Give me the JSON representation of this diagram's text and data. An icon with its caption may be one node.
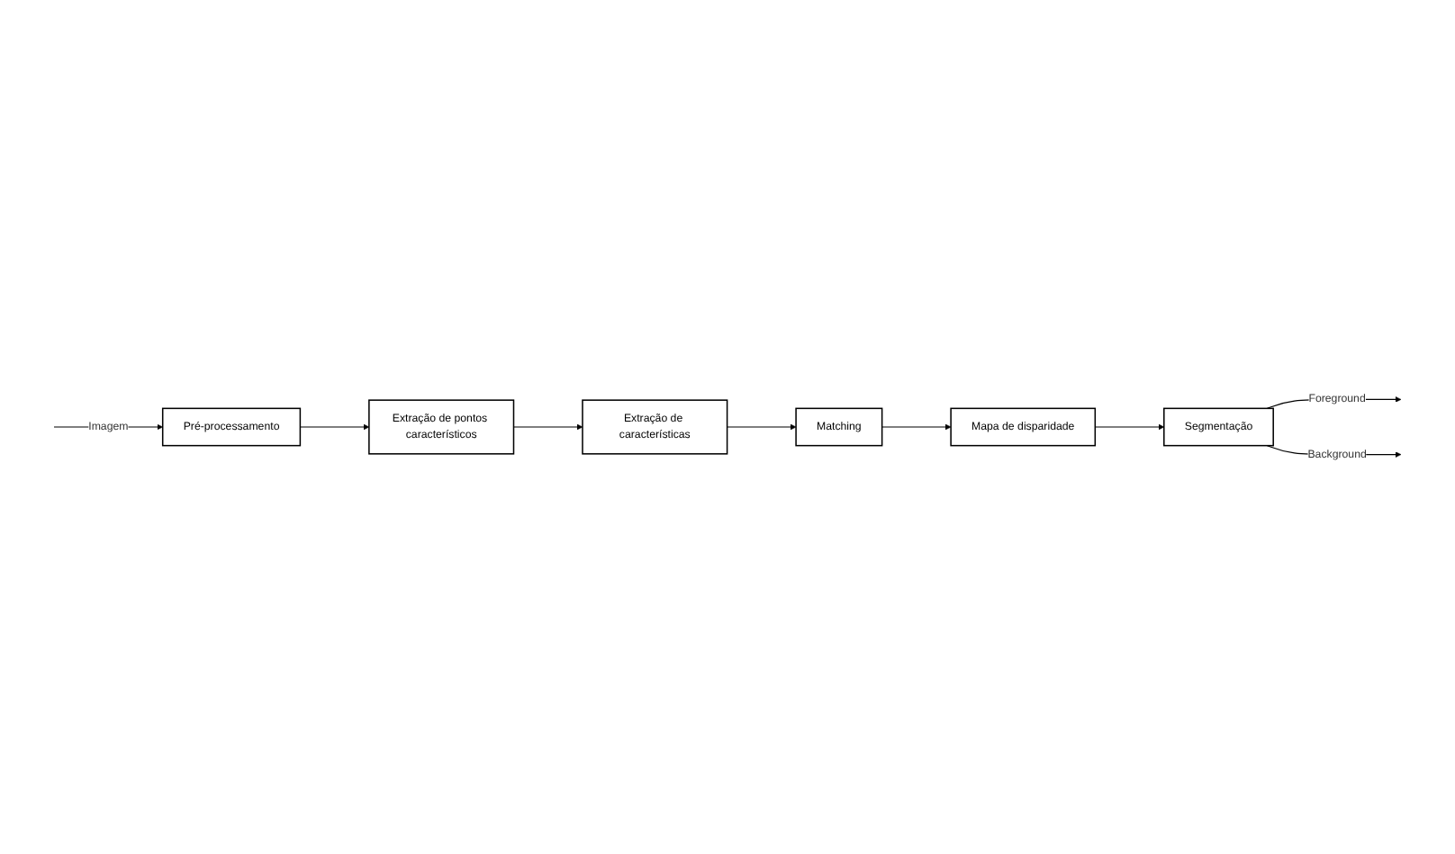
{
  "diagram": {
    "nodes": [
      {
        "text": [
          "Pré-processamento"
        ]
      },
      {
        "text": [
          "Extração de pontos característicos"
        ]
      },
      {
        "text": [
          "Extração de características"
        ]
      },
      {
        "text": [
          "Matching"
        ]
      },
      {
        "text": [
          "Mapa de disparidade"
        ]
      },
      {
        "text": [
          "Segmentação"
        ]
      }
    ],
    "edges": [
      {
        "from": null,
        "to": 0,
        "arrow": "to",
        "label": "Imagem"
      },
      {
        "from": 0,
        "to": 1,
        "arrow": "to"
      },
      {
        "from": 1,
        "to": 2,
        "arrow": "to"
      },
      {
        "from": 2,
        "to": 3,
        "arrow": "to"
      },
      {
        "from": 3,
        "to": 4,
        "arrow": "to"
      },
      {
        "from": 4,
        "to": 5,
        "arrow": "to"
      },
      {
        "from": 5,
        "to": null,
        "arrow": "to",
        "label": "Foreground"
      },
      {
        "from": 5,
        "to": null,
        "arrow": "to",
        "label": "Background"
      }
    ]
  }
}
